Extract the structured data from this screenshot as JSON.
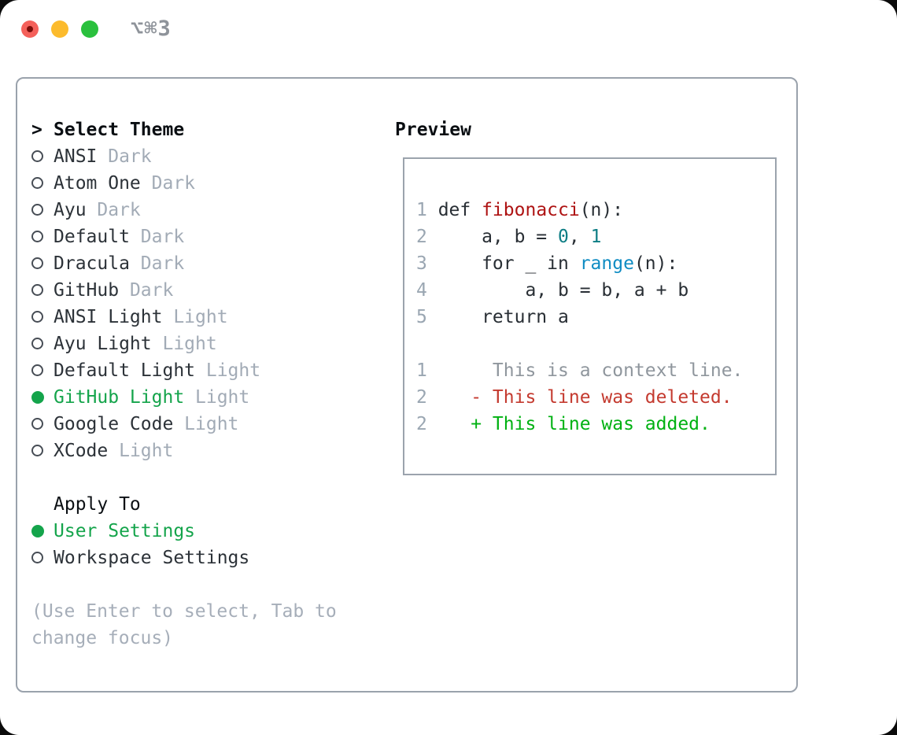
{
  "window": {
    "title": "⌥⌘3",
    "traffic_lights": [
      "close",
      "minimize",
      "zoom"
    ]
  },
  "colors": {
    "accent_green": "#14a44b",
    "diff_added_green": "#00b112",
    "diff_deleted_red": "#c43a2f",
    "function_red": "#ae1313",
    "number_teal": "#0d7d84",
    "builtin_blue": "#0f8cc3",
    "muted_gray": "#a2abb6",
    "line_number_gray": "#9aa6b2",
    "panel_border": "#9aa2ac",
    "traffic_red": "#f4605a",
    "traffic_yellow": "#fcbb2d",
    "traffic_green": "#2ac03d"
  },
  "theme_picker": {
    "prompt": ">",
    "title": "Select Theme",
    "items": [
      {
        "name": "ANSI",
        "tag": "Dark",
        "selected": false
      },
      {
        "name": "Atom One",
        "tag": "Dark",
        "selected": false
      },
      {
        "name": "Ayu",
        "tag": "Dark",
        "selected": false
      },
      {
        "name": "Default",
        "tag": "Dark",
        "selected": false
      },
      {
        "name": "Dracula",
        "tag": "Dark",
        "selected": false
      },
      {
        "name": "GitHub",
        "tag": "Dark",
        "selected": false
      },
      {
        "name": "ANSI Light",
        "tag": "Light",
        "selected": false
      },
      {
        "name": "Ayu Light",
        "tag": "Light",
        "selected": false
      },
      {
        "name": "Default Light",
        "tag": "Light",
        "selected": false
      },
      {
        "name": "GitHub Light",
        "tag": "Light",
        "selected": true
      },
      {
        "name": "Google Code",
        "tag": "Light",
        "selected": false
      },
      {
        "name": "XCode",
        "tag": "Light",
        "selected": false
      }
    ],
    "apply_to": {
      "label": "Apply To",
      "options": [
        {
          "name": "User Settings",
          "selected": true
        },
        {
          "name": "Workspace Settings",
          "selected": false
        }
      ]
    },
    "hint_lines": [
      "(Use Enter to select, Tab to",
      "change focus)"
    ]
  },
  "preview": {
    "label": "Preview",
    "lines": [
      {
        "num": "1",
        "tokens": [
          [
            "plain",
            "def "
          ],
          [
            "func",
            "fibonacci"
          ],
          [
            "plain",
            "(n):"
          ]
        ]
      },
      {
        "num": "2",
        "tokens": [
          [
            "plain",
            "    a, b = "
          ],
          [
            "num",
            "0"
          ],
          [
            "plain",
            ", "
          ],
          [
            "num",
            "1"
          ]
        ]
      },
      {
        "num": "3",
        "tokens": [
          [
            "plain",
            "    for _ in "
          ],
          [
            "builtin",
            "range"
          ],
          [
            "plain",
            "(n):"
          ]
        ]
      },
      {
        "num": "4",
        "tokens": [
          [
            "plain",
            "        a, b = b, a + b"
          ]
        ]
      },
      {
        "num": "5",
        "tokens": [
          [
            "plain",
            "    return a"
          ]
        ]
      },
      {
        "num": "",
        "tokens": []
      },
      {
        "num": "1",
        "tokens": [
          [
            "context",
            "     This is a context line."
          ]
        ]
      },
      {
        "num": "2",
        "tokens": [
          [
            "deleted",
            "   - This line was deleted."
          ]
        ]
      },
      {
        "num": "2",
        "tokens": [
          [
            "added",
            "   + This line was added."
          ]
        ]
      }
    ]
  }
}
